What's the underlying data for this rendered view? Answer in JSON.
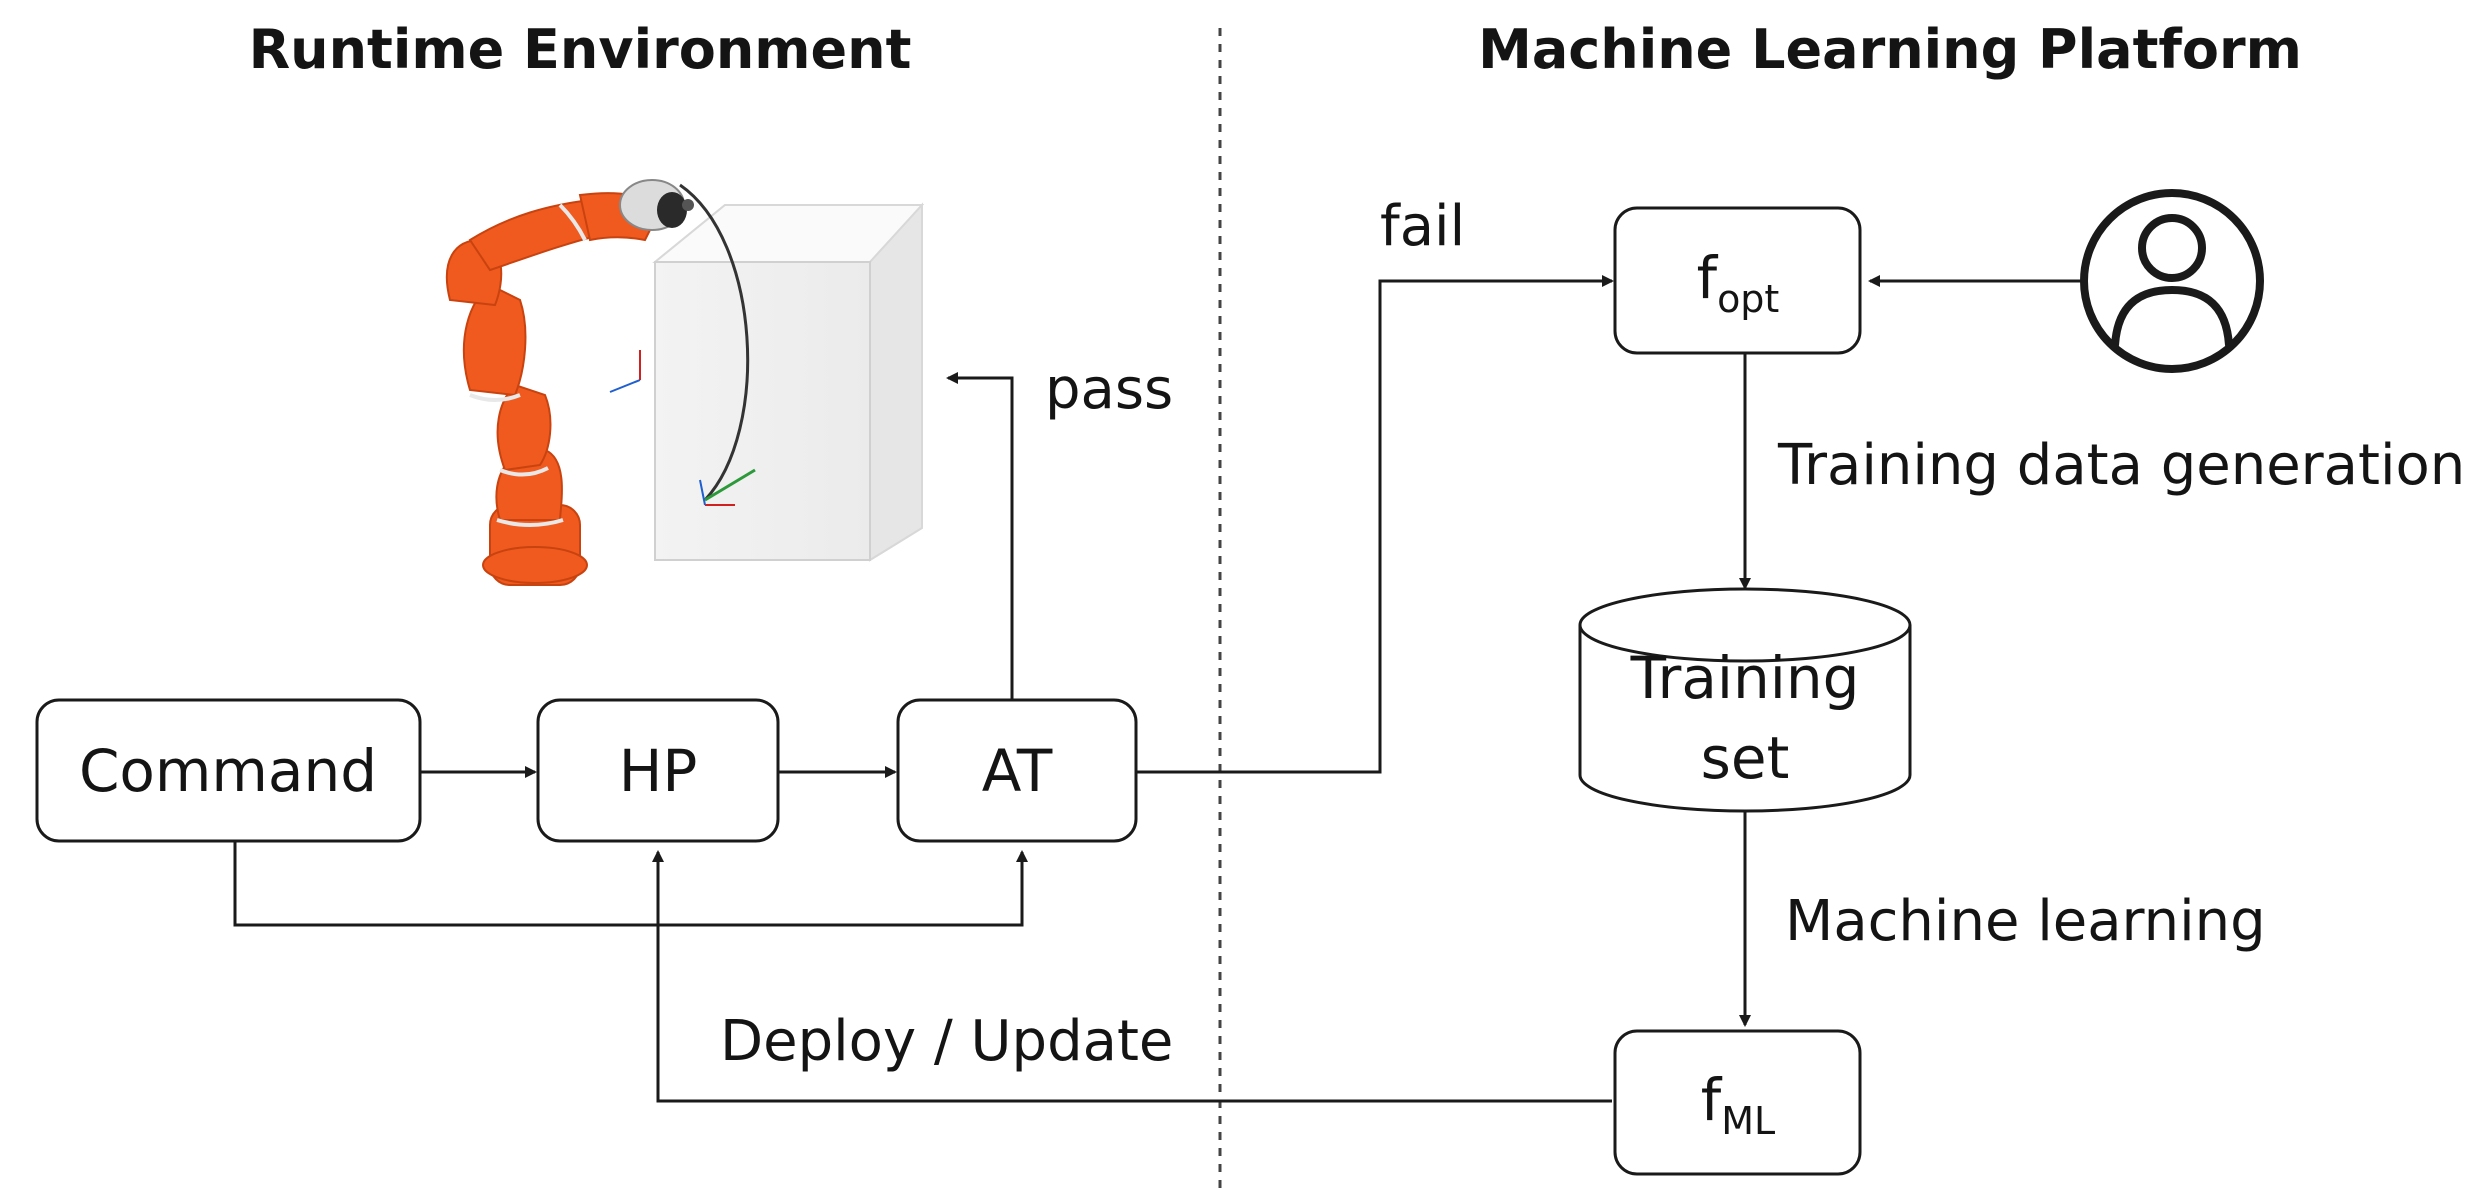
{
  "headings": {
    "left": "Runtime Environment",
    "right": "Machine Learning Platform"
  },
  "nodes": {
    "command": "Command",
    "hp": "HP",
    "at": "AT",
    "f_opt": {
      "main": "f",
      "sub": "opt"
    },
    "f_ml": {
      "main": "f",
      "sub": "ML"
    },
    "training_set": {
      "line1": "Training",
      "line2": "set"
    }
  },
  "edge_labels": {
    "pass": "pass",
    "fail": "fail",
    "training_data_generation": "Training data generation",
    "machine_learning": "Machine learning",
    "deploy_update": "Deploy / Update"
  },
  "icons": {
    "user": "user-icon",
    "robot": "robot-arm-illustration"
  },
  "colors": {
    "robot_arm": "#f05a1e",
    "line": "#1a1a1a",
    "text": "#141414"
  }
}
